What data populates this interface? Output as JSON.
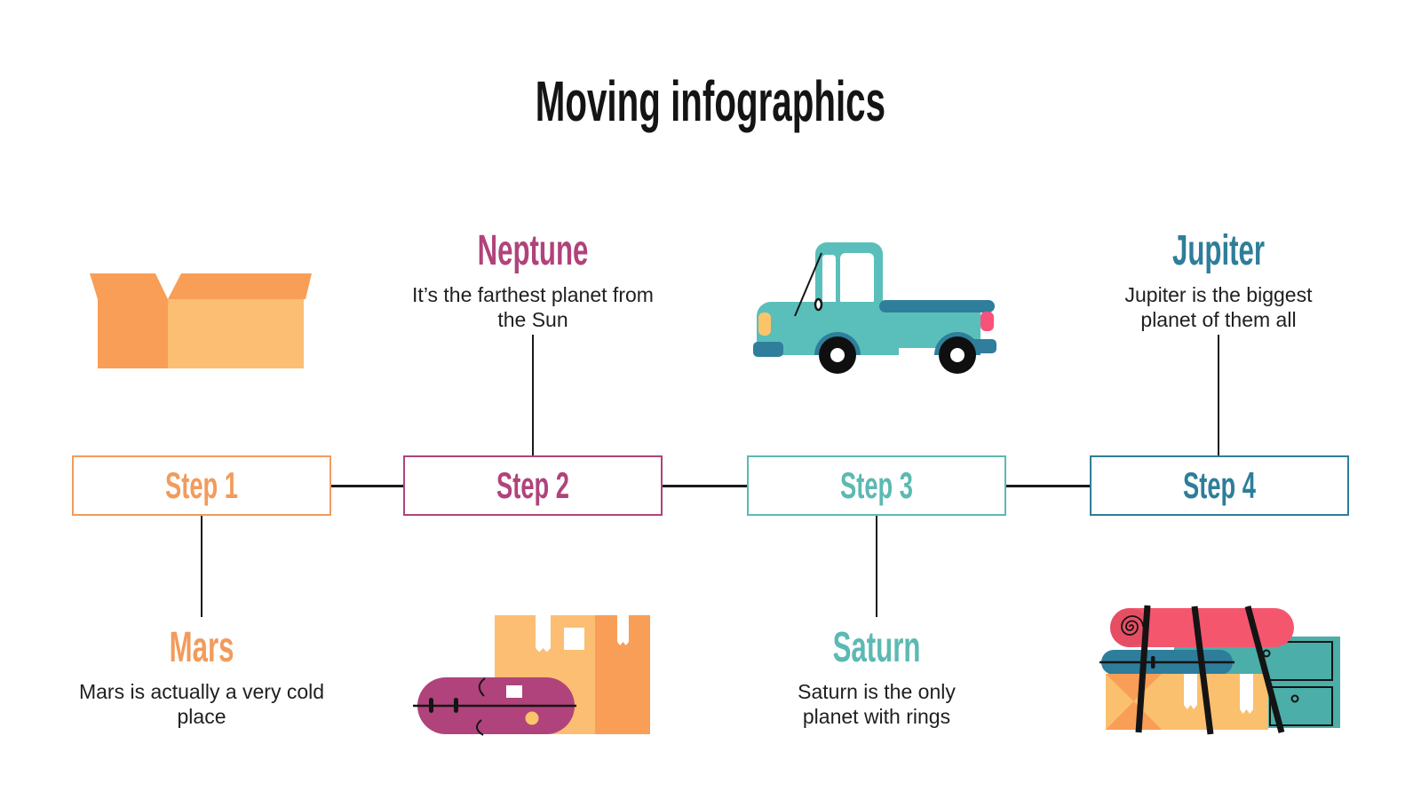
{
  "title": "Moving infographics",
  "steps": [
    {
      "label": "Step 1",
      "planet": "Mars",
      "description": "Mars is actually a very cold place",
      "color": "#F29B5C",
      "illustration": "open-cardboard-box",
      "detail_position": "below"
    },
    {
      "label": "Step 2",
      "planet": "Neptune",
      "description": "It’s the farthest planet from the Sun",
      "color": "#B0437B",
      "illustration": "duffel-bag-with-boxes",
      "detail_position": "above"
    },
    {
      "label": "Step 3",
      "planet": "Saturn",
      "description": "Saturn is the only planet with rings",
      "color": "#5CB9B3",
      "illustration": "moving-truck",
      "detail_position": "below"
    },
    {
      "label": "Step 4",
      "planet": "Jupiter",
      "description": "Jupiter is the biggest planet of them all",
      "color": "#2E7E99",
      "illustration": "strapped-furniture-bundle",
      "detail_position": "above"
    }
  ],
  "colors": {
    "background": "#FFFFFF",
    "title_text": "#141414",
    "body_text": "#1F1F1F",
    "connector_line": "#1A1A1A",
    "orange": "#F29B5C",
    "magenta": "#B0437B",
    "teal_light": "#5CB9B3",
    "teal_dark": "#2E7E99",
    "cardboard_light": "#FBBE73",
    "cardboard_dark": "#F89E57",
    "truck_teal": "#5ABFBA",
    "truck_teal_dark": "#2F7E9B",
    "mattress_pink": "#F4566E",
    "mattress_roll_pink": "#E64E64",
    "dresser_teal": "#4BAEA8",
    "headlight_yellow": "#FBC46B",
    "taillight_pink": "#F8527B",
    "duffel_magenta": "#B0437B"
  }
}
